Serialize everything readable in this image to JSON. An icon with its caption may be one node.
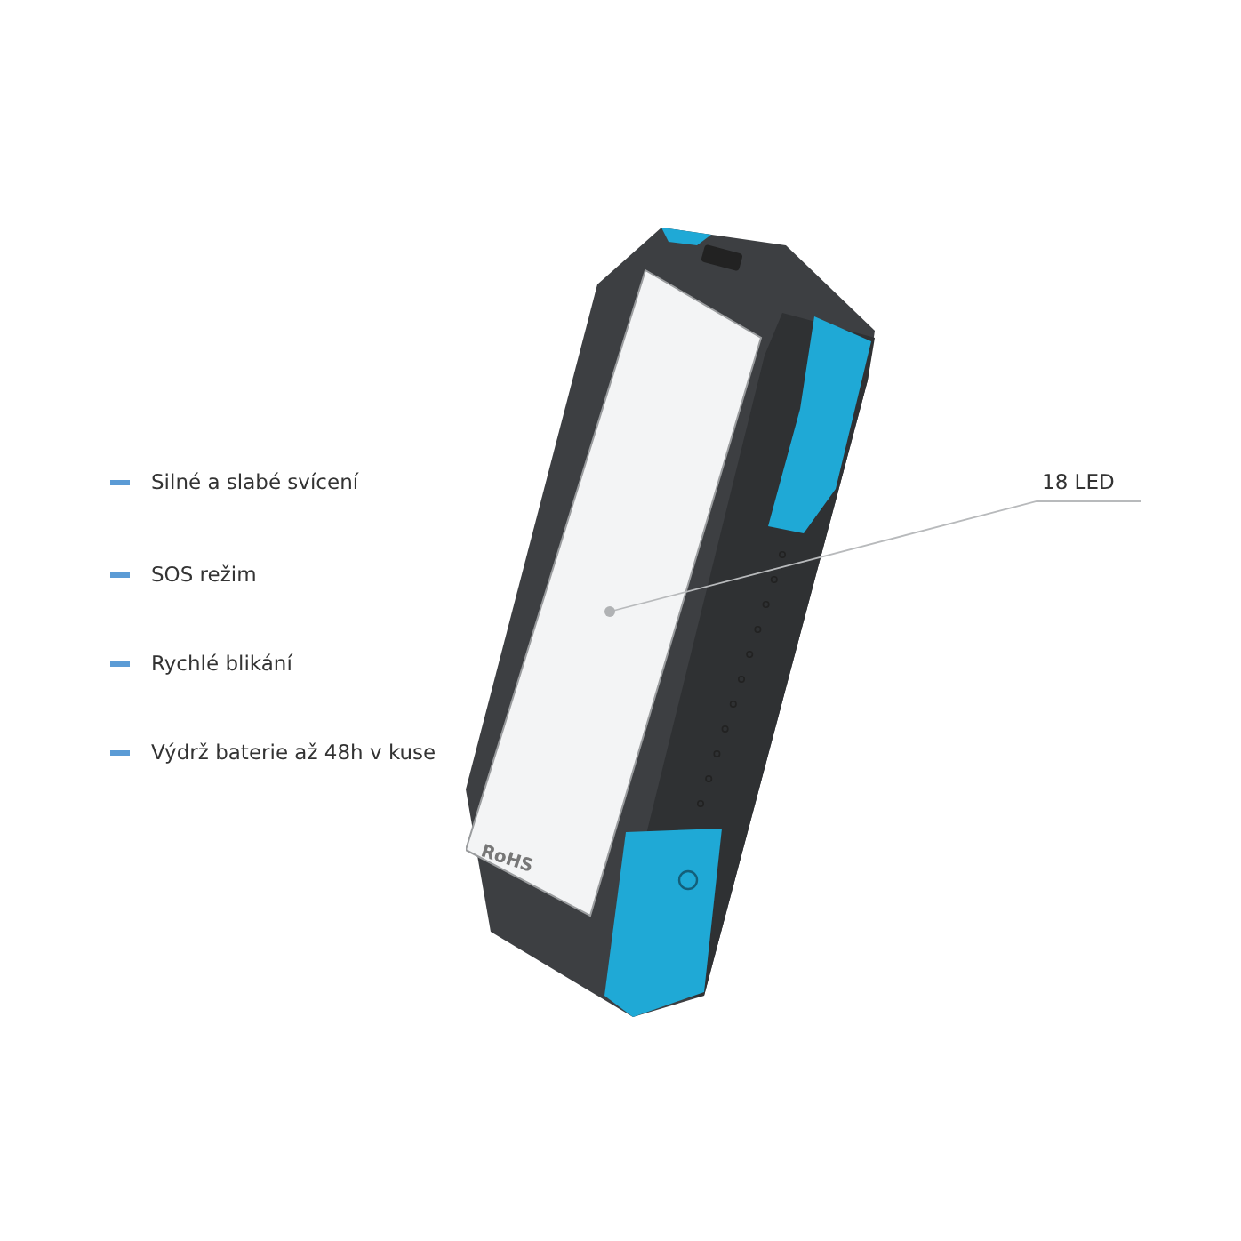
{
  "diagram": {
    "nodes": [
      {
        "text": [
          "18 LED"
        ]
      },
      {
        "text": [],
        "shape": "picture"
      }
    ],
    "edges": [
      {
        "from": 0,
        "to": 1,
        "arrow": "other"
      }
    ],
    "labels": [
      "Silné a slabé svícení",
      "SOS režim",
      "Rychlé blikání",
      "Výdrž baterie až 48h v kuse",
      "RoHS"
    ]
  }
}
